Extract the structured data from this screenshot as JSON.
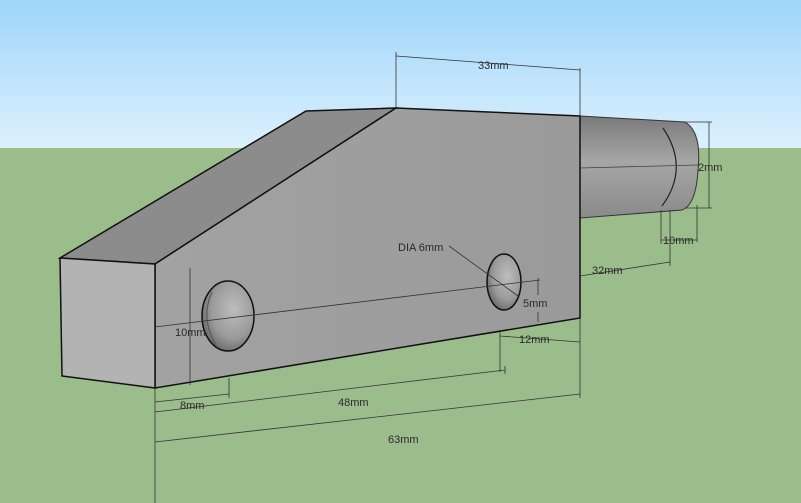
{
  "scene": {
    "sky_color": "#a9dbfb",
    "ground_color": "#9bbd8c",
    "part_front_color": "#a8a8a8",
    "part_top_color": "#8a8a8a",
    "part_end_color": "#b5b5b5",
    "hole_color": "#6e6e6e"
  },
  "dimensions": {
    "top_length": "33mm",
    "pin_diameter": "2mm",
    "pin_length": "10mm",
    "pin_offset": "32mm",
    "hole_diameter": "DIA 6mm",
    "hole_height": "5mm",
    "hole_edge_offset": "12mm",
    "end_height": "10mm",
    "first_hole_offset": "8mm",
    "hole_spacing": "48mm",
    "overall_length": "63mm"
  }
}
